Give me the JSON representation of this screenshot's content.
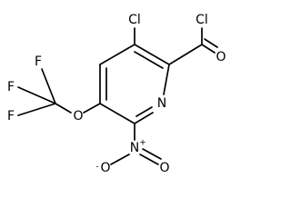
{
  "structure": {
    "atoms": {
      "cl_ring": "Cl",
      "cl_acyl": "Cl",
      "o_carbonyl": "O",
      "n_ring": "N",
      "o_ether": "O",
      "f_top": "F",
      "f_left_top": "F",
      "f_left_bottom": "F",
      "n_nitro": "N",
      "n_nitro_charge": "+",
      "o_nitro_left": "O",
      "o_nitro_left_charge": "-",
      "o_nitro_right": "O"
    }
  }
}
